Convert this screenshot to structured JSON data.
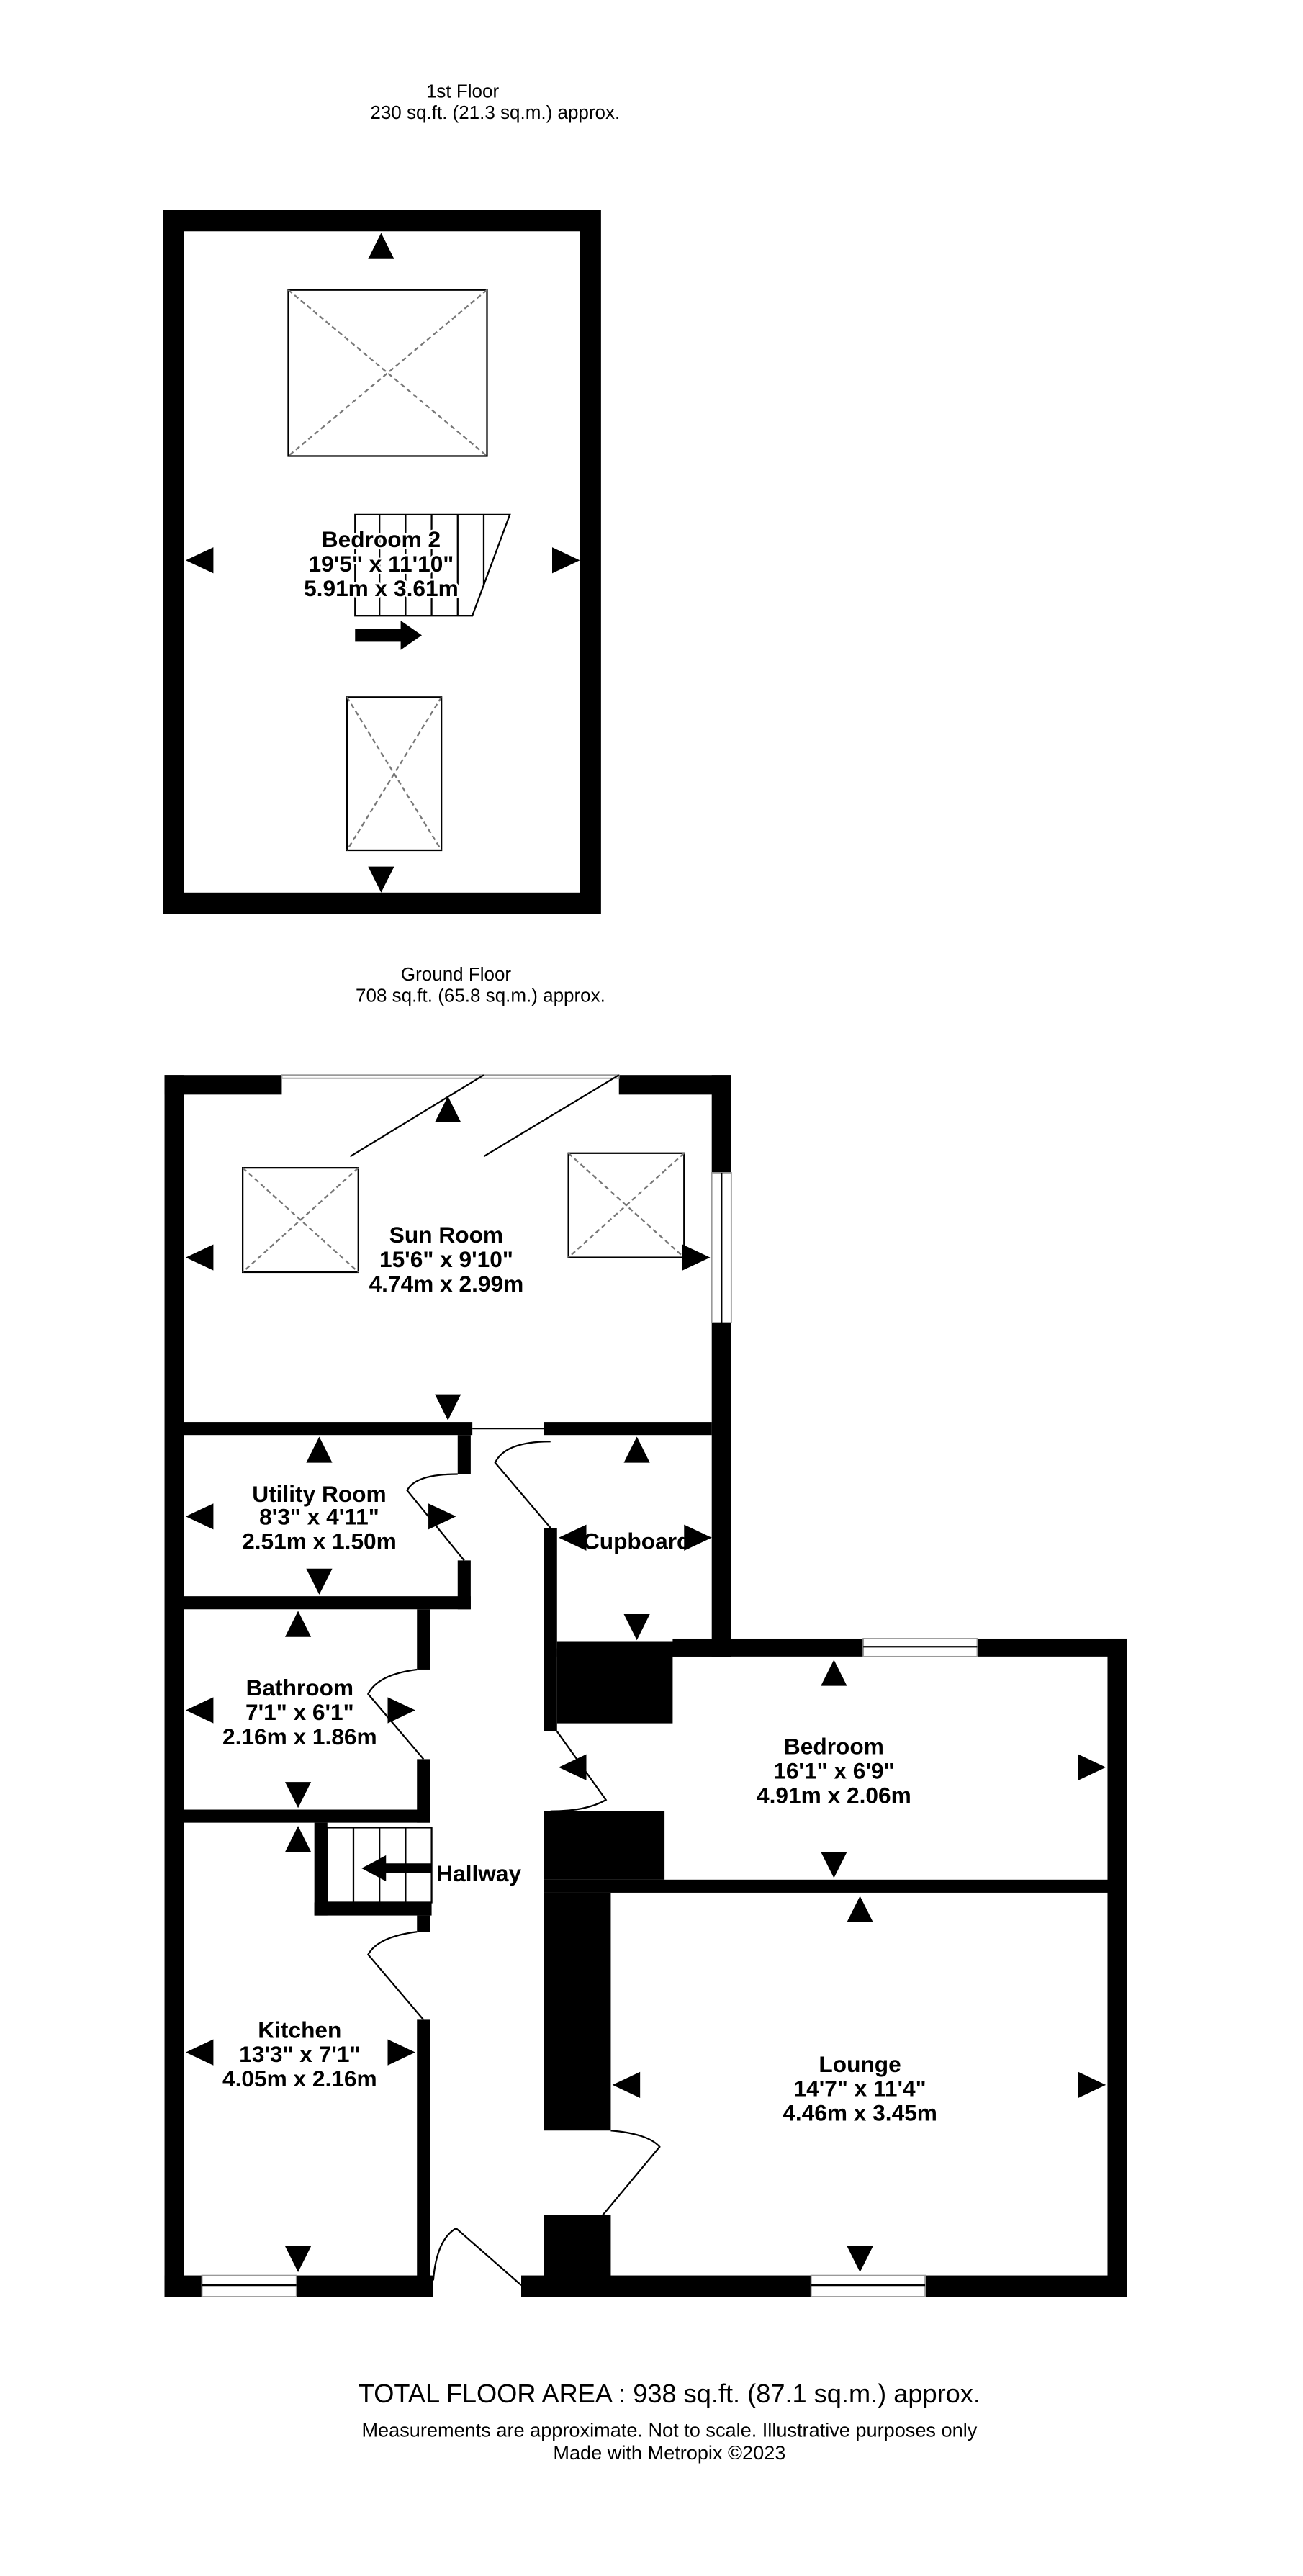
{
  "first_floor": {
    "title": "1st Floor",
    "area": "230 sq.ft. (21.3 sq.m.) approx.",
    "rooms": [
      {
        "name": "Bedroom 2",
        "imperial": "19'5\" x 11'10\"",
        "metric": "5.91m  x 3.61m"
      }
    ]
  },
  "ground_floor": {
    "title": "Ground Floor",
    "area": "708 sq.ft. (65.8 sq.m.) approx.",
    "rooms": [
      {
        "name": "Sun Room",
        "imperial": "15'6\"  x 9'10\"",
        "metric": "4.74m  x 2.99m"
      },
      {
        "name": "Utility Room",
        "imperial": "8'3\"  x 4'11\"",
        "metric": "2.51m  x 1.50m"
      },
      {
        "name": "Cupboard"
      },
      {
        "name": "Bathroom",
        "imperial": "7'1\"  x 6'1\"",
        "metric": "2.16m  x 1.86m"
      },
      {
        "name": "Bedroom",
        "imperial": "16'1\"  x 6'9\"",
        "metric": "4.91m  x 2.06m"
      },
      {
        "name": "Hallway"
      },
      {
        "name": "Kitchen",
        "imperial": "13'3\"  x 7'1\"",
        "metric": "4.05m  x 2.16m"
      },
      {
        "name": "Lounge",
        "imperial": "14'7\"  x 11'4\"",
        "metric": "4.46m  x 3.45m"
      }
    ]
  },
  "footer": {
    "total": "TOTAL FLOOR AREA : 938 sq.ft. (87.1 sq.m.) approx.",
    "disclaimer": "Measurements are approximate.  Not to scale.  Illustrative purposes only",
    "credit": "Made with Metropix ©2023"
  },
  "colors": {
    "wall": "#000000",
    "background": "#ffffff"
  }
}
